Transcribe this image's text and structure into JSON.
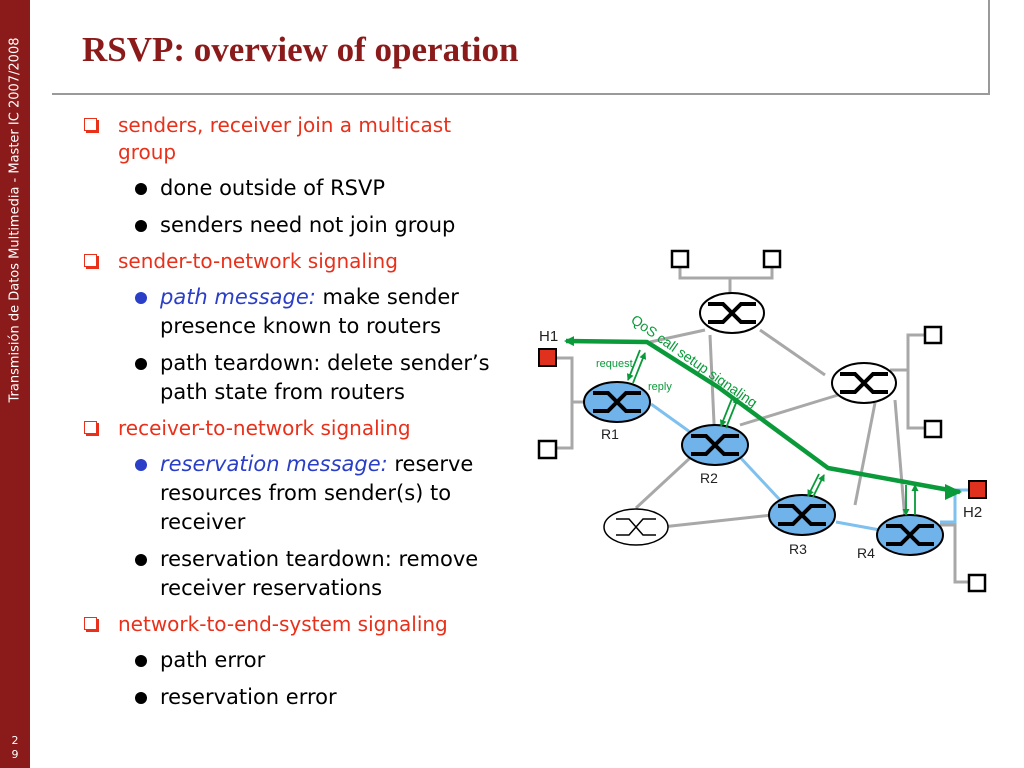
{
  "sidebar": {
    "text": "Transmisión de Datos Multimedia - Master IC 2007/2008",
    "page_number": "29"
  },
  "slide": {
    "title": "RSVP: overview of operation"
  },
  "bullets": [
    {
      "text": "senders, receiver join a multicast group",
      "sub": [
        {
          "text": "done outside of RSVP"
        },
        {
          "text": "senders need not join group"
        }
      ]
    },
    {
      "text": "sender-to-network signaling",
      "sub": [
        {
          "em": "path message:",
          "text": " make sender presence known to routers"
        },
        {
          "text": "path teardown: delete sender’s path state from routers"
        }
      ]
    },
    {
      "text": "receiver-to-network signaling",
      "sub": [
        {
          "em": "reservation message:",
          "text": " reserve resources from sender(s) to receiver"
        },
        {
          "text": "reservation teardown: remove receiver reservations"
        }
      ]
    },
    {
      "text": "network-to-end-system signaling",
      "sub": [
        {
          "text": "path error"
        },
        {
          "text": "reservation error"
        }
      ]
    }
  ],
  "diagram": {
    "host_labels": {
      "h1": "H1",
      "h2": "H2"
    },
    "router_labels": {
      "r1": "R1",
      "r2": "R2",
      "r3": "R3",
      "r4": "R4"
    },
    "signal_label": "QoS call setup signaling",
    "request_label": "request",
    "reply_label": "reply",
    "colors": {
      "signal": "#0a9a3a",
      "qos_router": "#6fb3ea",
      "host_active": "#e0301e",
      "gray_link": "#a8a8a8",
      "blue_link": "#7ec0ee"
    }
  }
}
